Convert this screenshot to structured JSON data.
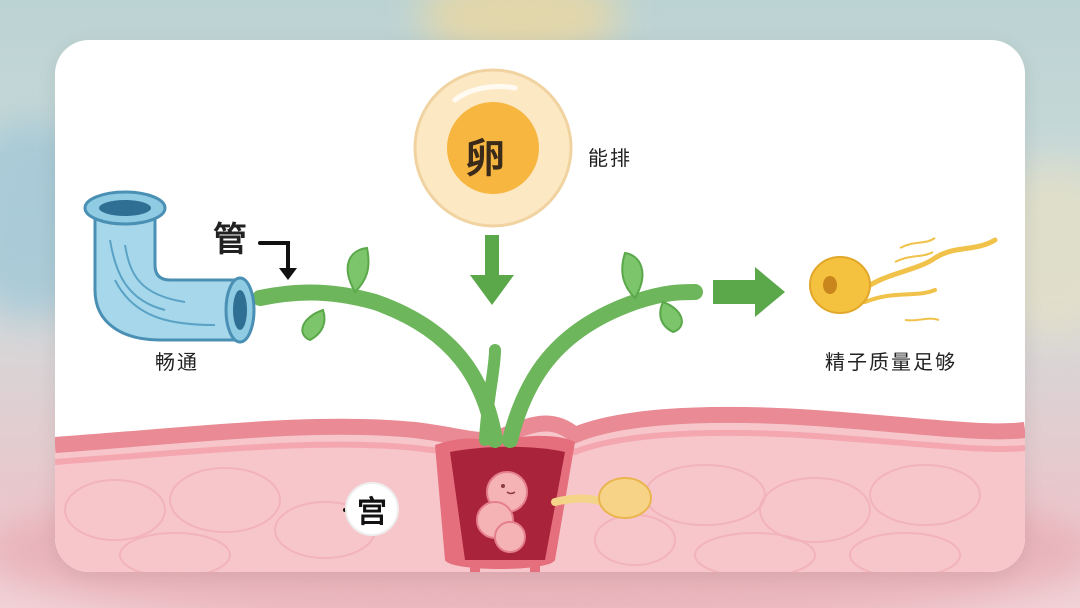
{
  "labels": {
    "tube_char": "管",
    "tube_status": "畅通",
    "egg_char": "卵",
    "egg_status": "能排",
    "sperm_status": "精子质量足够",
    "uterus_char": "宫"
  },
  "icons": [
    "pipe-icon",
    "egg-icon",
    "sperm-icon",
    "uterus-icon",
    "embryo-icon",
    "arrow-icon"
  ],
  "colors": {
    "tube_green": "#6db65b",
    "arrow_green": "#5aa84a",
    "pipe_blue": "#8fcbe3",
    "egg_yellow": "#f6b640",
    "tissue_pink": "#f6c6cb",
    "tissue_red": "#e98a94"
  }
}
